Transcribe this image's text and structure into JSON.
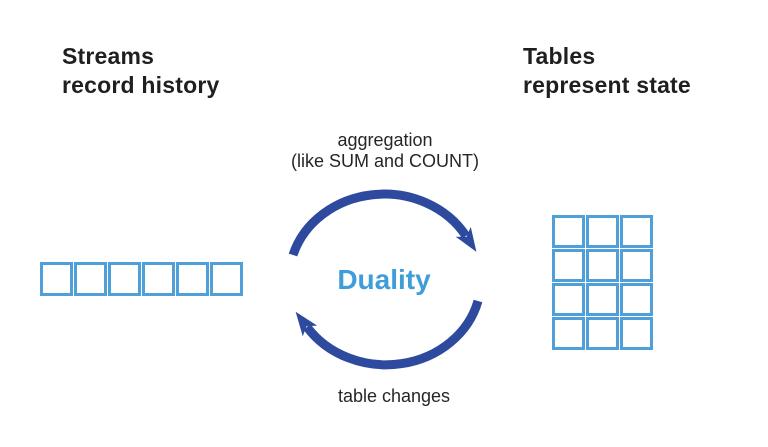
{
  "titles": {
    "left_line1": "Streams",
    "left_line2": "record history",
    "right_line1": "Tables",
    "right_line2": "represent state"
  },
  "cycle": {
    "top_label_line1": "aggregation",
    "top_label_line2": "(like SUM and COUNT)",
    "center_label": "Duality",
    "bottom_label": "table changes"
  },
  "stream": {
    "cells": 6
  },
  "table": {
    "rows": 4,
    "cols": 3
  },
  "colors": {
    "arrow": "#2d4a9e",
    "duality_text": "#3f9ed8",
    "grid_border": "#4fa0d9",
    "title_text": "#1f1f1f",
    "label_text": "#262626"
  }
}
